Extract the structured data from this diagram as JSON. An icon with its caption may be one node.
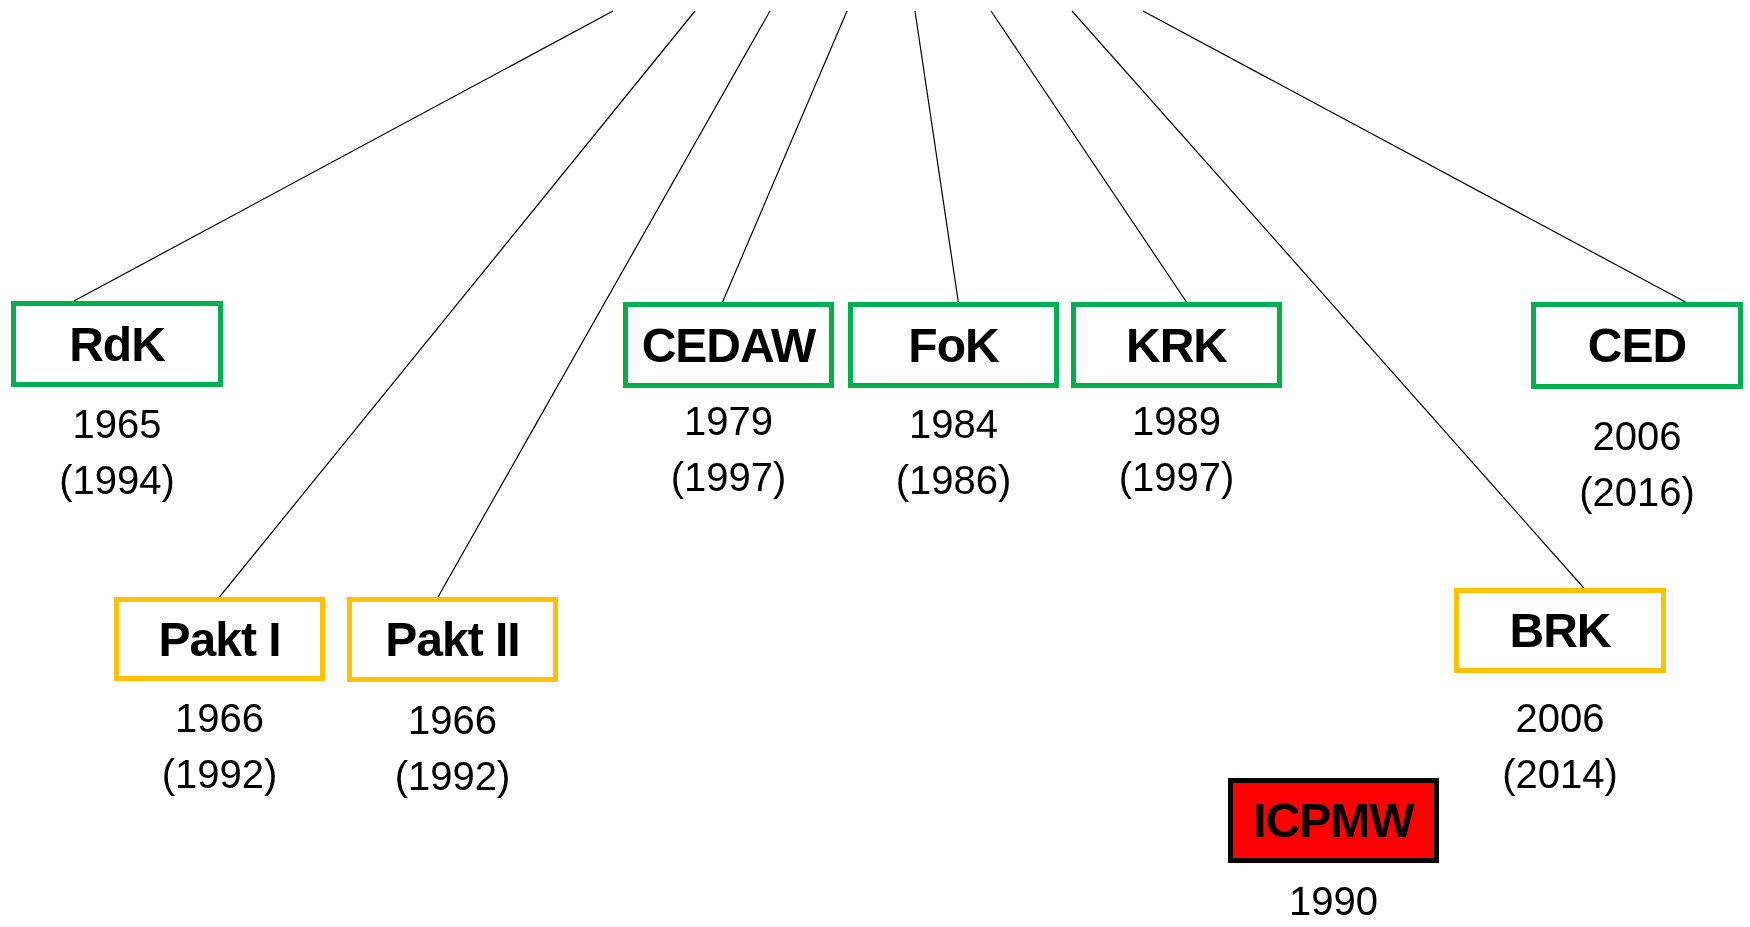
{
  "diagram": {
    "nodes": [
      {
        "text": [
          "RdK"
        ],
        "beside": [
          "1965 (1994)"
        ]
      },
      {
        "text": [
          "Pakt I"
        ],
        "beside": [
          "1966 (1992)"
        ]
      },
      {
        "text": [
          "Pakt II"
        ],
        "beside": [
          "1966 (1992)"
        ]
      },
      {
        "text": [
          "CEDAW"
        ],
        "beside": [
          "1979 (1997)"
        ]
      },
      {
        "text": [
          "FoK"
        ],
        "beside": [
          "1984 (1986)"
        ]
      },
      {
        "text": [
          "KRK"
        ],
        "beside": [
          "1989 (1997)"
        ]
      },
      {
        "text": [
          "CED"
        ],
        "beside": [
          "2006 (2016)"
        ]
      },
      {
        "text": [
          "BRK"
        ],
        "beside": [
          "2006 (2014)"
        ]
      },
      {
        "text": [
          "ICPMW"
        ],
        "beside": [
          "1990"
        ]
      }
    ],
    "edges": [
      {
        "from": null,
        "to": 0,
        "arrow": "none"
      },
      {
        "from": null,
        "to": 1,
        "arrow": "none"
      },
      {
        "from": null,
        "to": 2,
        "arrow": "none"
      },
      {
        "from": null,
        "to": 3,
        "arrow": "none"
      },
      {
        "from": null,
        "to": 4,
        "arrow": "none"
      },
      {
        "from": null,
        "to": 5,
        "arrow": "none"
      },
      {
        "from": null,
        "to": 7,
        "arrow": "none"
      },
      {
        "from": null,
        "to": 6,
        "arrow": "none"
      }
    ]
  }
}
